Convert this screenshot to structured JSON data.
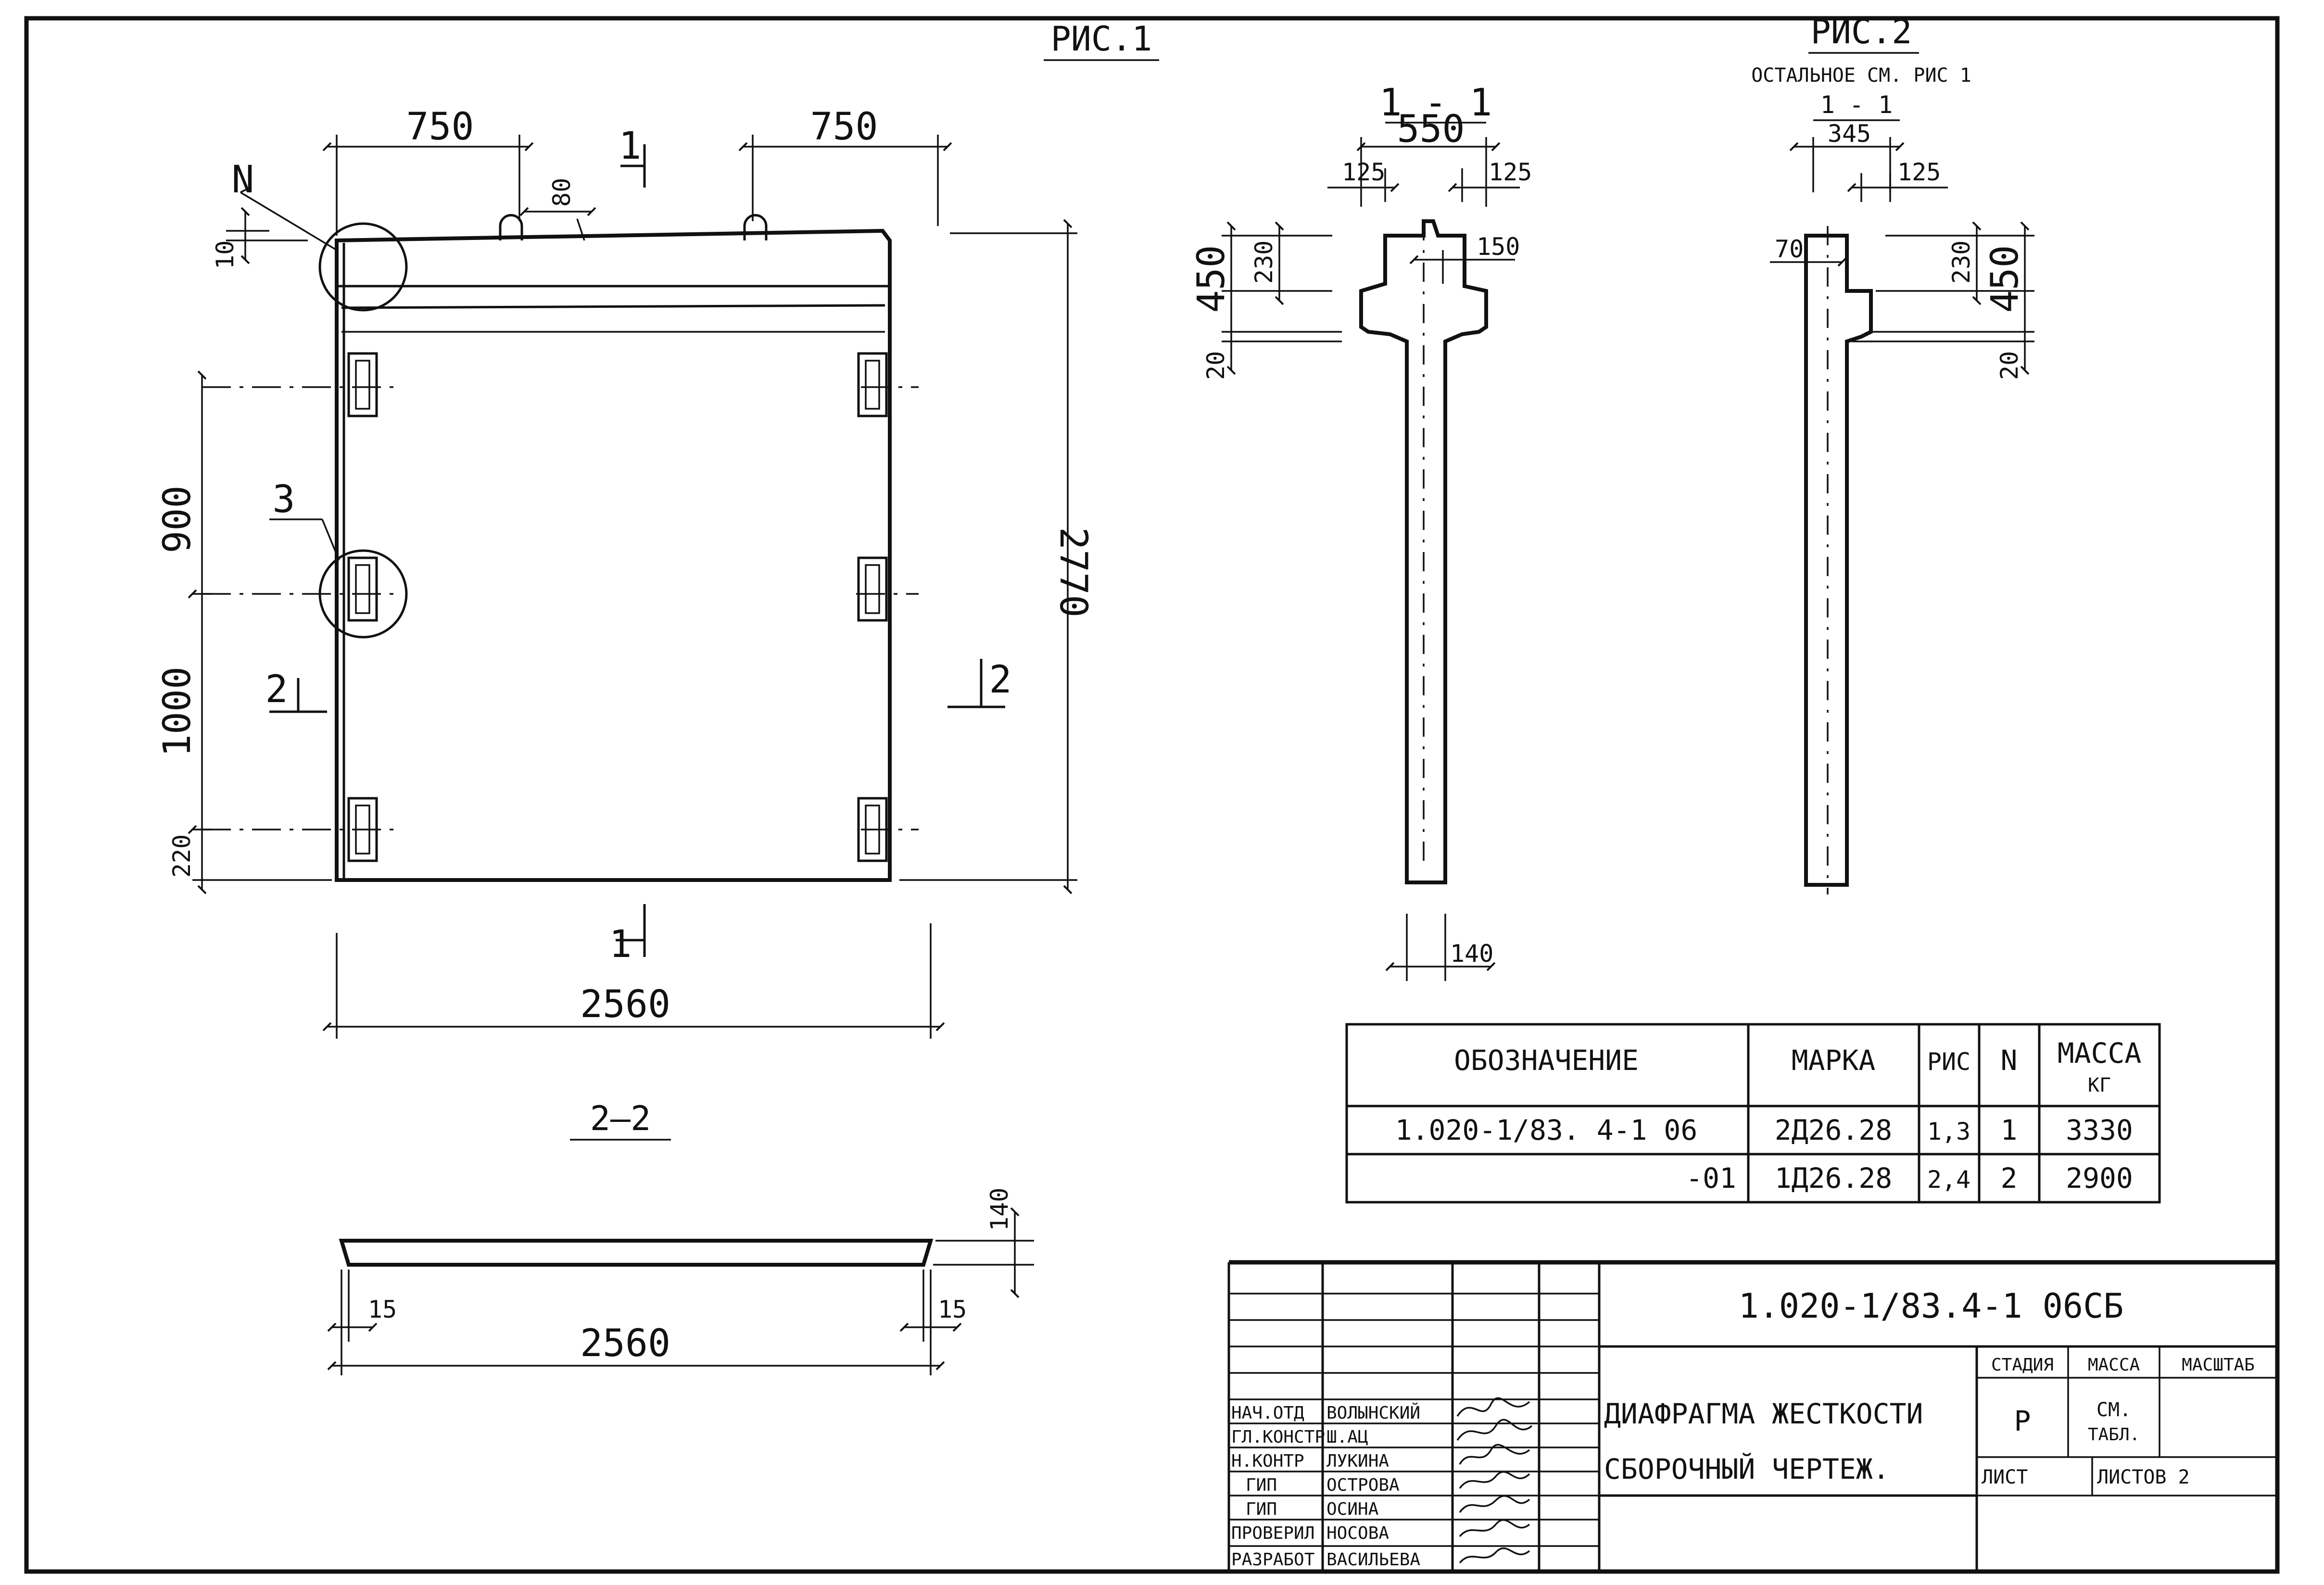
{
  "fig1": {
    "title": "РИС.1",
    "dims": {
      "top_left": "750",
      "top_right": "750",
      "loop_offset": "80",
      "top_gap": "10",
      "left_900": "900",
      "left_1000": "1000",
      "left_220": "220",
      "height": "2770",
      "width": "2560"
    },
    "callouts": {
      "n": "N",
      "three": "3"
    },
    "sections": {
      "s1_top": "1",
      "s1_bottom": "1",
      "s2_left": "2",
      "s2_right": "2"
    }
  },
  "section22": {
    "title": "2—2",
    "dims": {
      "thickness": "140",
      "edge_left": "15",
      "edge_right": "15",
      "width": "2560"
    }
  },
  "fig2a": {
    "section_label": "1 - 1",
    "dims": {
      "width": "550",
      "left": "125",
      "right": "125",
      "web": "150",
      "h230": "230",
      "h450": "450",
      "h20": "20",
      "bottom": "140"
    }
  },
  "fig2b": {
    "title": "РИС.2",
    "note": "ОСТАЛЬНОЕ СМ. РИС 1",
    "section_label": "1 - 1",
    "dims": {
      "width": "345",
      "right": "125",
      "left": "70",
      "h230": "230",
      "h450": "450",
      "h20": "20"
    }
  },
  "spec_table": {
    "headers": [
      "ОБОЗНАЧЕНИЕ",
      "МАРКА",
      "РИС",
      "N",
      "МАССА",
      "КГ"
    ],
    "rows": [
      [
        "1.020-1/83. 4-1 06",
        "2Д26.28",
        "1,3",
        "1",
        "3330"
      ],
      [
        "-01",
        "1Д26.28",
        "2,4",
        "2",
        "2900"
      ]
    ]
  },
  "title_block": {
    "code": "1.020-1/83.4-1 06СБ",
    "title_line1": "ДИАФРАГМА ЖЕСТКОСТИ",
    "title_line2": "СБОРОЧНЫЙ ЧЕРТЕЖ.",
    "stage_header": "СТАДИЯ",
    "mass_header": "МАССА",
    "scale_header": "МАСШТАБ",
    "stage": "Р",
    "mass_line1": "СМ.",
    "mass_line2": "ТАБЛ.",
    "sheet_label": "ЛИСТ",
    "sheets_label": "ЛИСТОВ 2",
    "staff": [
      {
        "role": "НАЧ.ОТД",
        "name": "ВОЛЫНСКИЙ"
      },
      {
        "role": "ГЛ.КОНСТР",
        "name": "Ш.АЦ"
      },
      {
        "role": "Н.КОНТР",
        "name": "ЛУКИНА"
      },
      {
        "role": "ГИП",
        "name": "ОСТРОВА"
      },
      {
        "role": "ГИП",
        "name": "ОСИНА"
      },
      {
        "role": "ПРОВЕРИЛ",
        "name": "НОСОВА"
      },
      {
        "role": "РАЗРАБОТ",
        "name": "ВАСИЛЬЕВА"
      }
    ]
  }
}
